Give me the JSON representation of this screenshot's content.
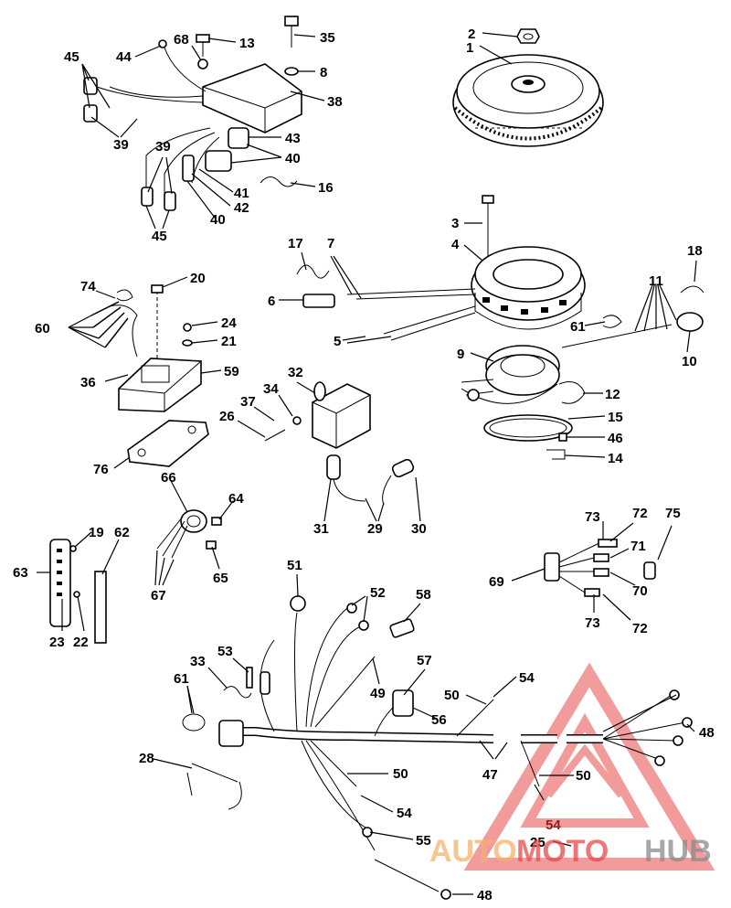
{
  "diagram": {
    "callouts": [
      "1",
      "2",
      "3",
      "4",
      "5",
      "6",
      "7",
      "8",
      "9",
      "10",
      "11",
      "12",
      "13",
      "14",
      "15",
      "16",
      "17",
      "18",
      "19",
      "20",
      "21",
      "22",
      "23",
      "24",
      "25",
      "26",
      "28",
      "29",
      "30",
      "31",
      "32",
      "33",
      "34",
      "35",
      "36",
      "37",
      "38",
      "39",
      "40",
      "41",
      "42",
      "43",
      "44",
      "45",
      "46",
      "47",
      "48",
      "49",
      "50",
      "51",
      "52",
      "53",
      "54",
      "55",
      "56",
      "57",
      "58",
      "59",
      "60",
      "61",
      "62",
      "63",
      "64",
      "65",
      "66",
      "67",
      "68",
      "69",
      "70",
      "71",
      "72",
      "73",
      "74",
      "75",
      "76"
    ]
  },
  "watermark": {
    "brand_part1": "AUTO",
    "brand_part2": "MOTO",
    "brand_part3": "HUB",
    "color_orange": "#f5b26b",
    "color_red": "#e84a4a",
    "color_gray": "#8a8a8a"
  }
}
